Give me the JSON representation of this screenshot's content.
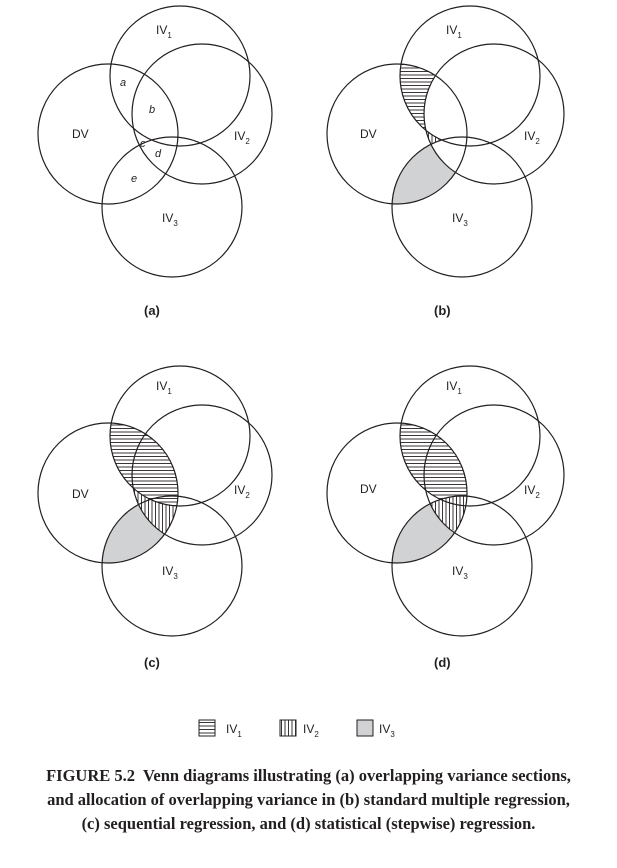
{
  "labels": {
    "dv": "DV",
    "iv1": "IV",
    "iv2": "IV",
    "iv3": "IV",
    "sub1": "1",
    "sub2": "2",
    "sub3": "3"
  },
  "regions": {
    "a": "a",
    "b": "b",
    "c": "c",
    "d": "d",
    "e": "e"
  },
  "panels": [
    {
      "label": "(a)"
    },
    {
      "label": "(b)"
    },
    {
      "label": "(c)"
    },
    {
      "label": "(d)"
    }
  ],
  "legend": [
    {
      "label": "IV",
      "sub": "1",
      "pattern": "horizontal-lines"
    },
    {
      "label": "IV",
      "sub": "2",
      "pattern": "vertical-lines"
    },
    {
      "label": "IV",
      "sub": "3",
      "pattern": "gray-fill"
    }
  ],
  "colors": {
    "ink": "#231f20",
    "shade": "#d1d2d4"
  },
  "caption": {
    "lead": "FIGURE 5.2",
    "text": "Venn diagrams illustrating (a) overlapping variance sections, and allocation of overlapping variance in (b) standard multiple regression, (c) sequential regression, and (d) statistical (stepwise) regression."
  }
}
